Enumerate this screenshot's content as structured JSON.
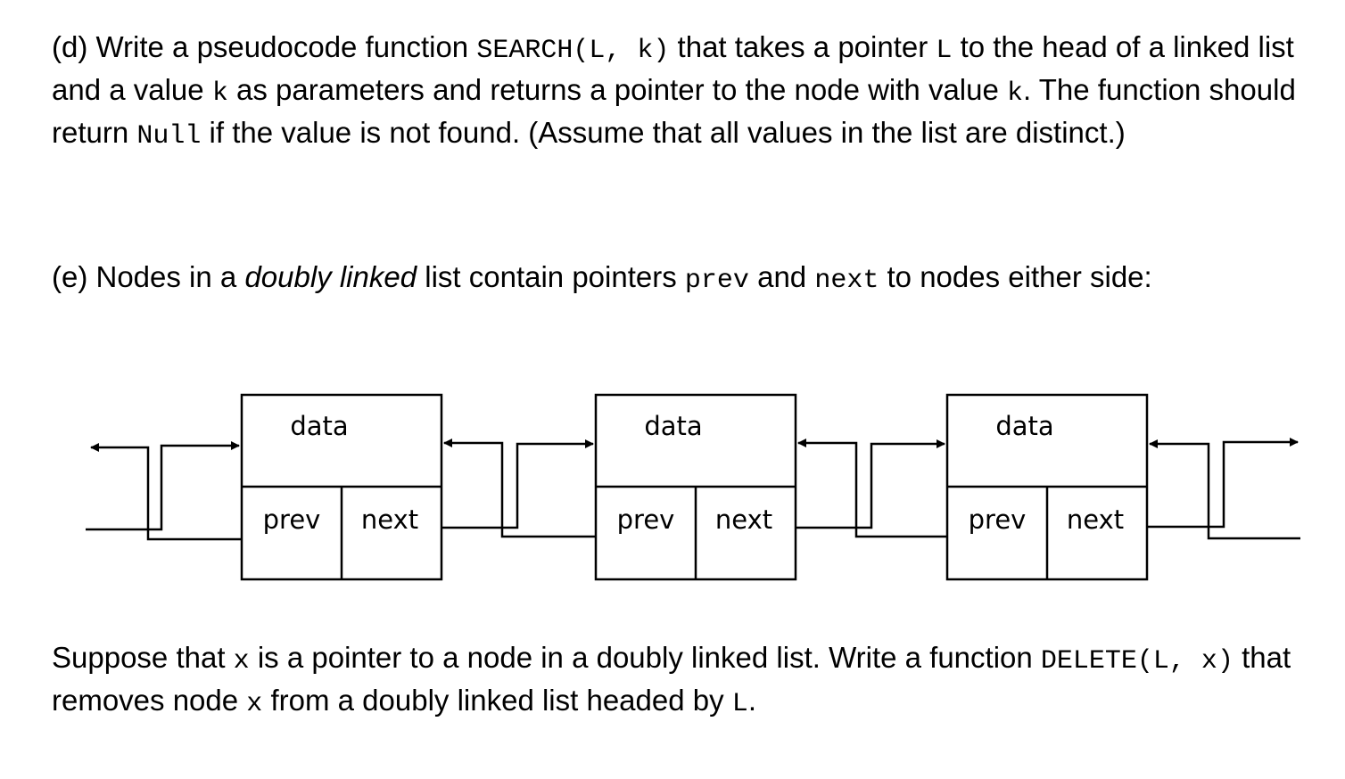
{
  "part_d": {
    "t1": "(d) Write a pseudocode function ",
    "c1": "SEARCH(L, k)",
    "t2": " that takes a pointer ",
    "c2": "L",
    "t3": " to the head of a linked list and a value ",
    "c3": "k",
    "t4": " as parameters and returns a pointer to the node with value ",
    "c4": "k",
    "t5": ". The function should return ",
    "c5": "Null",
    "t6": " if the value is not found. (Assume that all values in the list are distinct.)"
  },
  "part_e": {
    "t1": "(e) Nodes in a ",
    "em": "doubly linked",
    "t2": " list contain pointers ",
    "c1": "prev",
    "t3": " and ",
    "c2": "next",
    "t4": " to nodes either side:"
  },
  "diagram": {
    "nodes": [
      {
        "data": "data",
        "prev": "prev",
        "next": "next"
      },
      {
        "data": "data",
        "prev": "prev",
        "next": "next"
      },
      {
        "data": "data",
        "prev": "prev",
        "next": "next"
      }
    ]
  },
  "part_f": {
    "t1": "Suppose that ",
    "c1": "x",
    "t2": " is a pointer to a node in a doubly linked list. Write a function ",
    "c2": "DELETE(L, x)",
    "t3": " that removes node ",
    "c3": "x",
    "t4": " from a doubly linked list headed by ",
    "c4": "L",
    "t5": "."
  }
}
